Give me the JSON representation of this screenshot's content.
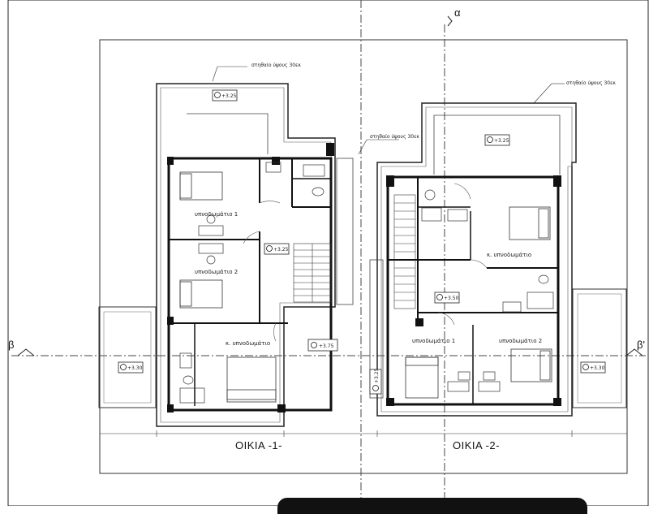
{
  "axes": {
    "alpha": "α",
    "beta_left": "β",
    "beta_right": "β'"
  },
  "houses": [
    {
      "label": "ΟΙΚΙΑ -1-",
      "roof_note": "στηθαίο ύψους 30εκ",
      "rooms": {
        "bedroom1": "υπνοδωμάτιο 1",
        "bedroom2": "υπνοδωμάτιο 2",
        "master": "κ. υπνοδωμάτιο"
      },
      "levels": {
        "top": "+3.25",
        "stair": "+3.25",
        "landing": "+3.75",
        "side": "+3.30"
      }
    },
    {
      "label": "ΟΙΚΙΑ -2-",
      "roof_note": "στηθαίο ύψους 30εκ",
      "rooms": {
        "bedroom1": "υπνοδωμάτιο 1",
        "bedroom2": "υπνοδωμάτιο 2",
        "master": "κ. υπνοδωμάτιο"
      },
      "levels": {
        "top": "+3.25",
        "stair": "+3.50",
        "landing": "+3.25",
        "side": "+3.30"
      }
    }
  ],
  "middle_note": "στηθαίο ύψους 30εκ"
}
